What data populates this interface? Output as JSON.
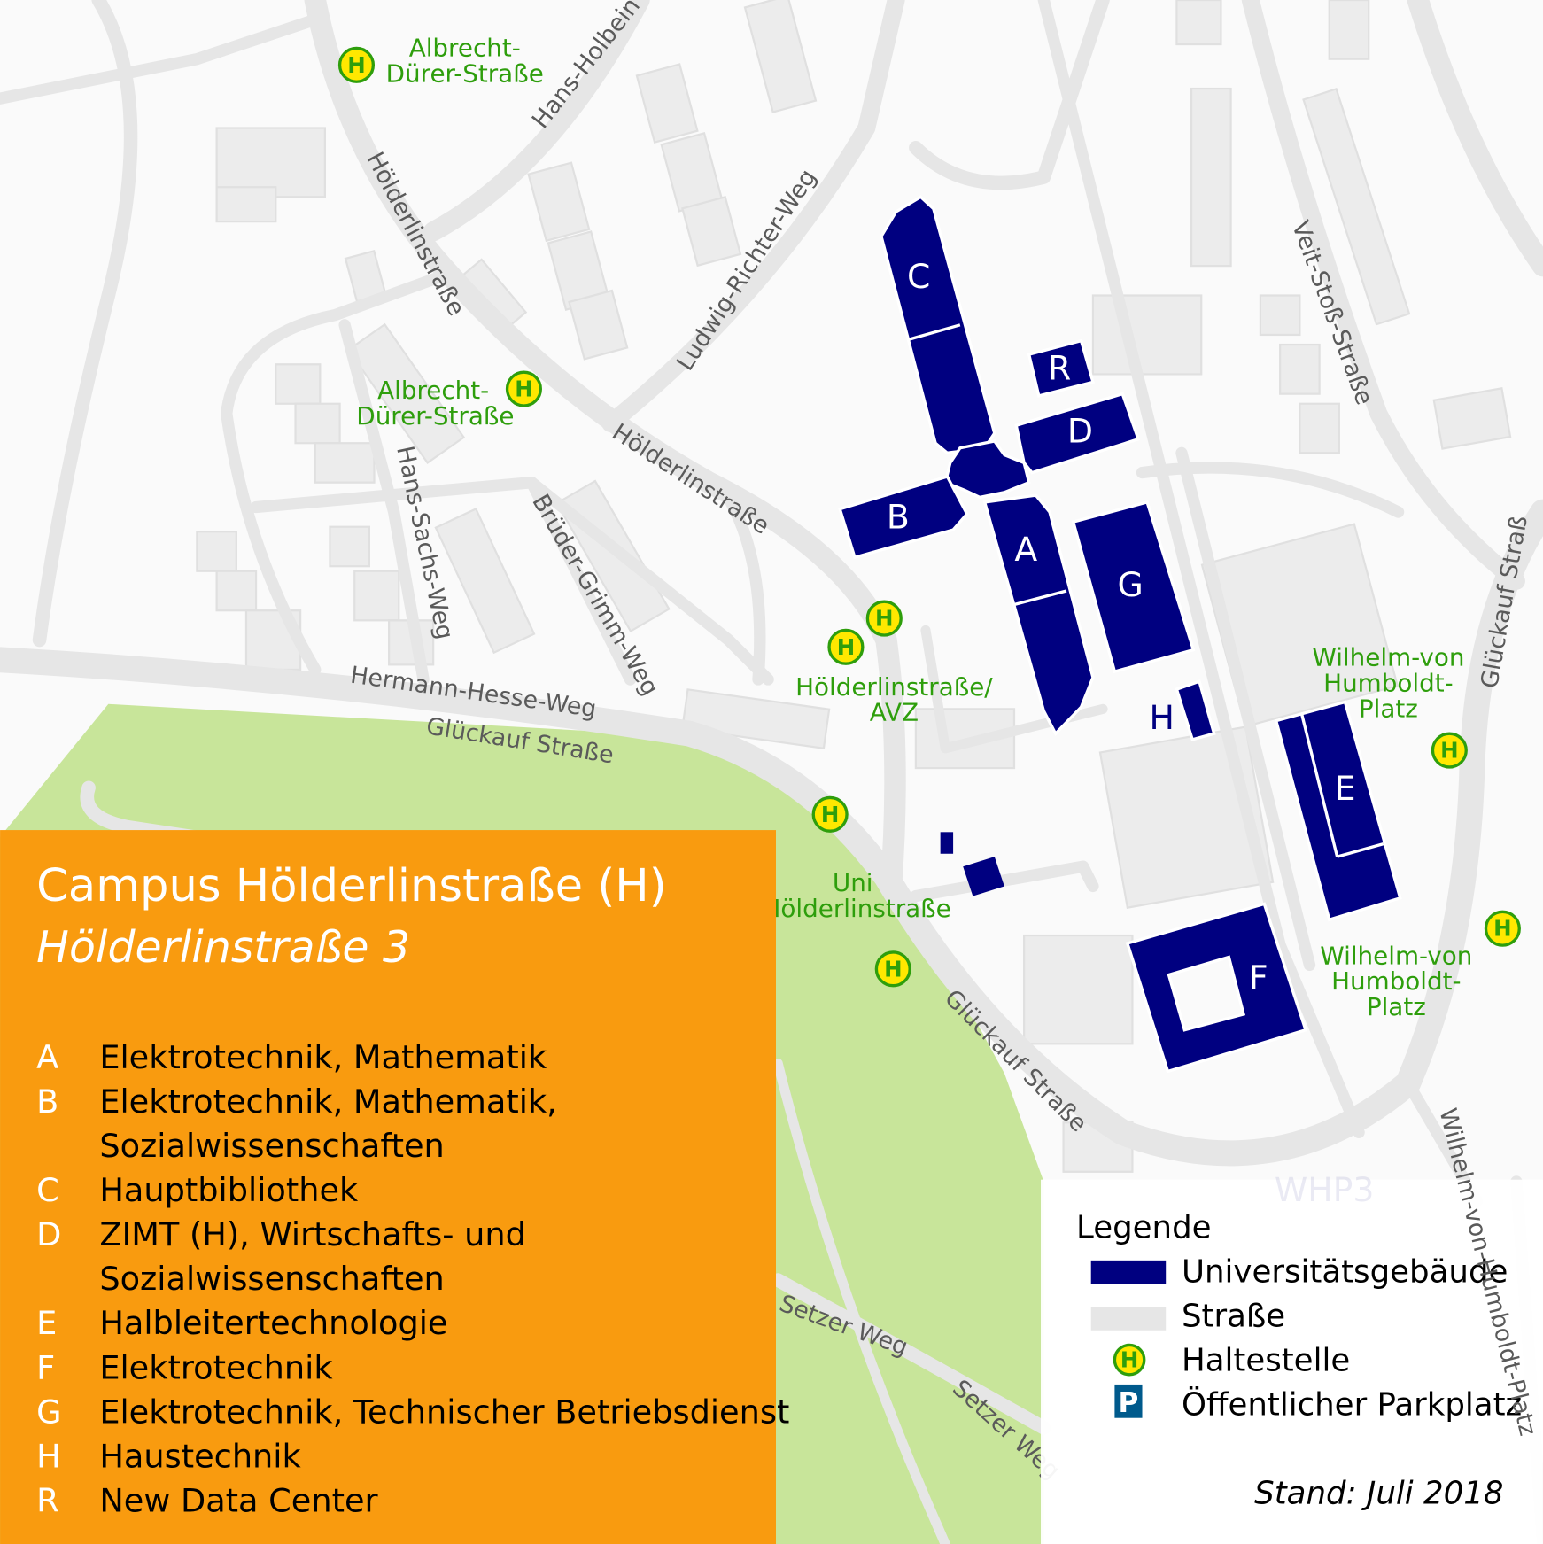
{
  "info_panel": {
    "title": "Campus Hölderlinstraße (H)",
    "address": "Hölderlinstraße 3",
    "buildings": [
      {
        "key": "A",
        "lines": [
          "Elektrotechnik, Mathematik"
        ]
      },
      {
        "key": "B",
        "lines": [
          "Elektrotechnik, Mathematik,",
          "Sozialwissenschaften"
        ]
      },
      {
        "key": "C",
        "lines": [
          "Hauptbibliothek"
        ]
      },
      {
        "key": "D",
        "lines": [
          "ZIMT (H), Wirtschafts- und",
          "Sozialwissenschaften"
        ]
      },
      {
        "key": "E",
        "lines": [
          "Halbleitertechnologie"
        ]
      },
      {
        "key": "F",
        "lines": [
          "Elektrotechnik"
        ]
      },
      {
        "key": "G",
        "lines": [
          "Elektrotechnik, Technischer Betriebsdienst"
        ]
      },
      {
        "key": "H",
        "lines": [
          "Haustechnik"
        ]
      },
      {
        "key": "R",
        "lines": [
          "New Data Center"
        ]
      }
    ],
    "background_color": "#f99b0f"
  },
  "legend": {
    "title": "Legende",
    "items": [
      {
        "label": "Universitätsgebäude",
        "icon": "navy-rect"
      },
      {
        "label": "Straße",
        "icon": "gray-rect"
      },
      {
        "label": "Haltestelle",
        "icon": "bus-stop-icon",
        "symbol": "H"
      },
      {
        "label": "Öffentlicher Parkplatz",
        "icon": "parking-icon",
        "symbol": "P"
      }
    ],
    "date": "Stand: Juli 2018",
    "faded_label": "WHP3"
  },
  "map": {
    "building_labels": {
      "A": "A",
      "B": "B",
      "C": "C",
      "D": "D",
      "E": "E",
      "F": "F",
      "G": "G",
      "H": "H",
      "R": "R"
    },
    "streets": {
      "hans_holbein": "Hans-Holbein",
      "hoelderlin_1": "Hölderlinstraße",
      "hoelderlin_2": "Hölderlinstraße",
      "ludwig_richter": "Ludwig-Richter-Weg",
      "veit_stoss": "Veit-Stoß-Straße",
      "hans_sachs": "Hans-Sachs-Weg",
      "brueder_grimm": "Brüder-Grimm-Weg",
      "hermann_hesse": "Hermann-Hesse-Weg",
      "glueckauf_1": "Glückauf Straße",
      "glueckauf_2": "Glückauf Straße",
      "glueckauf_3": "Glückauf Straß",
      "setzer_1": "Setzer Weg",
      "setzer_2": "Setzer Weg",
      "wilhelm": "Wilhelm-von-Humboldt-Platz"
    },
    "stops": [
      {
        "symbol": "H",
        "lines": [
          "Albrecht-",
          "Dürer-Straße"
        ]
      },
      {
        "symbol": "H",
        "lines": [
          "Albrecht-",
          "Dürer-Straße"
        ]
      },
      {
        "symbol": "H",
        "lines": [
          "Hölderlinstraße/",
          "AVZ"
        ]
      },
      {
        "symbol": "H",
        "lines": [
          "Uni",
          "Hölderlinstraße"
        ]
      },
      {
        "symbol": "H",
        "lines": [
          "Wilhelm-von",
          "Humboldt-",
          "Platz"
        ]
      },
      {
        "symbol": "H",
        "lines": [
          "Wilhelm-von",
          "Humboldt-",
          "Platz"
        ]
      }
    ],
    "colors": {
      "building": "#000080",
      "road": "#e6e6e6",
      "park": "#c8e59a",
      "stop_fill": "#ffe800",
      "stop_ring": "#2e9e0c",
      "parking": "#005a8c"
    }
  }
}
